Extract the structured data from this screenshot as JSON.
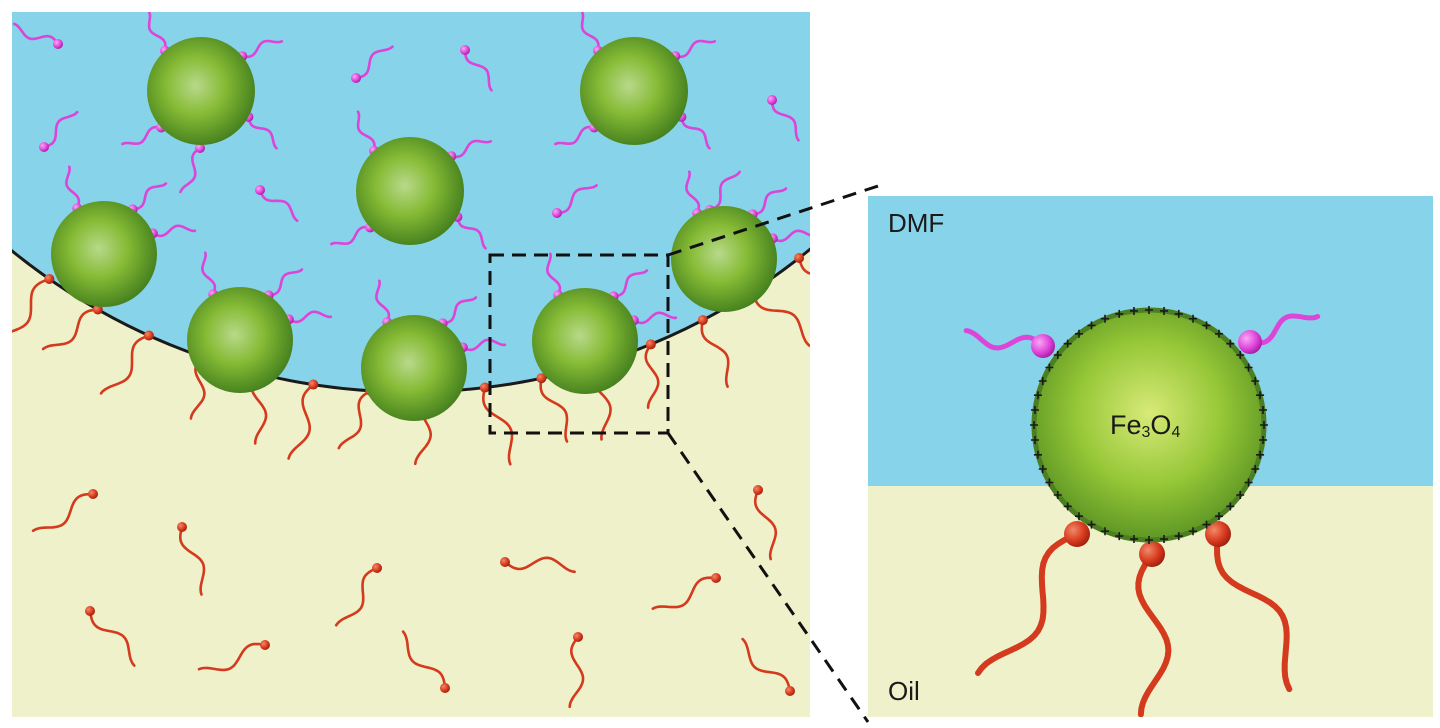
{
  "labels": {
    "solvent_top": "DMF",
    "solvent_bottom": "Oil",
    "particle_formula_main": "Fe",
    "particle_formula_sub1": "3",
    "particle_formula_mid": "O",
    "particle_formula_sub2": "4"
  },
  "colors": {
    "dmf_phase": "#87d3ea",
    "oil_phase": "#eef1c9",
    "particle_light": "#c9e07a",
    "particle_mid": "#7fb32c",
    "particle_dark": "#3e7a1c",
    "hydrophilic_ligand": "#dd44d8",
    "hydrophobic_ligand": "#d23a1e",
    "interface_line": "#1a1a1a",
    "zoom_box": "#111111"
  },
  "icons": {
    "particle": "green-sphere",
    "hydrophilic_ligand": "magenta-tail-with-head",
    "hydrophobic_ligand": "red-tail-with-head",
    "surface_charge": "plus-signs"
  }
}
